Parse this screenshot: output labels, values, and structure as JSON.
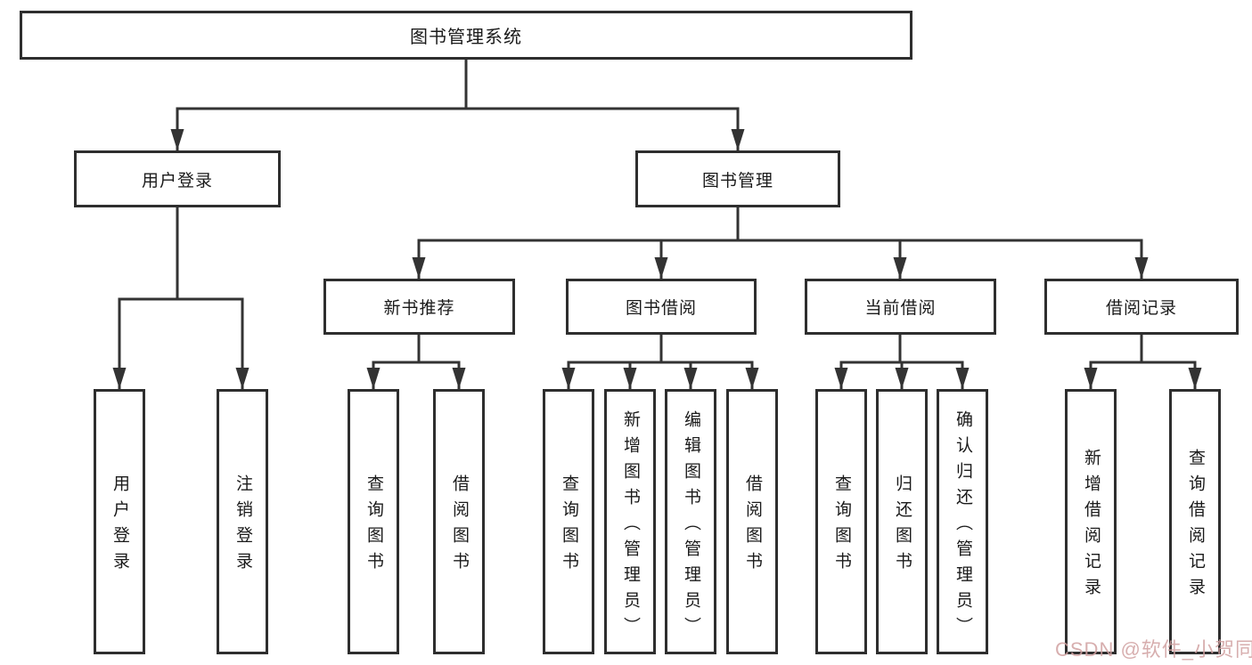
{
  "tree": {
    "label": "图书管理系统",
    "children": [
      {
        "label": "用户登录",
        "children": [
          {
            "label": "用户登录"
          },
          {
            "label": "注销登录"
          }
        ]
      },
      {
        "label": "图书管理",
        "children": [
          {
            "label": "新书推荐",
            "children": [
              {
                "label": "查询图书"
              },
              {
                "label": "借阅图书"
              }
            ]
          },
          {
            "label": "图书借阅",
            "children": [
              {
                "label": "查询图书"
              },
              {
                "label": "新增图书（管理员）"
              },
              {
                "label": "编辑图书（管理员）"
              },
              {
                "label": "借阅图书"
              }
            ]
          },
          {
            "label": "当前借阅",
            "children": [
              {
                "label": "查询图书"
              },
              {
                "label": "归还图书"
              },
              {
                "label": "确认归还（管理员）"
              }
            ]
          },
          {
            "label": "借阅记录",
            "children": [
              {
                "label": "新增借阅记录"
              },
              {
                "label": "查询借阅记录"
              }
            ]
          }
        ]
      }
    ]
  },
  "watermark": {
    "text": "CSDN @软件_小贺同学",
    "color": "#d0a0a0"
  },
  "colors": {
    "line": "#333333",
    "box_border": "#2e2e2e",
    "text": "#1a1a1a",
    "background": "#ffffff"
  }
}
